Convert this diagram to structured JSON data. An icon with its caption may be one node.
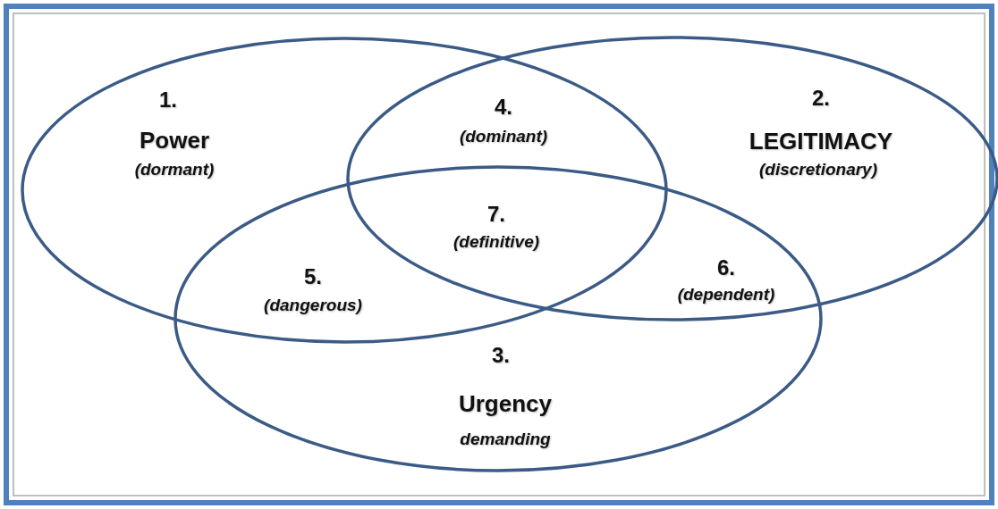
{
  "diagram": {
    "nodes": [
      {
        "text": [
          "1.",
          "Power",
          "(dormant)"
        ]
      },
      {
        "text": [
          "2.",
          "LEGITIMACY",
          "(discretionary)"
        ]
      },
      {
        "text": [
          "3.",
          "Urgency",
          "demanding"
        ]
      }
    ],
    "labels": [
      "4.",
      "(dominant)",
      "7.",
      "(definitive)",
      "5.",
      "(dangerous)",
      "6.",
      "(dependent)"
    ]
  }
}
